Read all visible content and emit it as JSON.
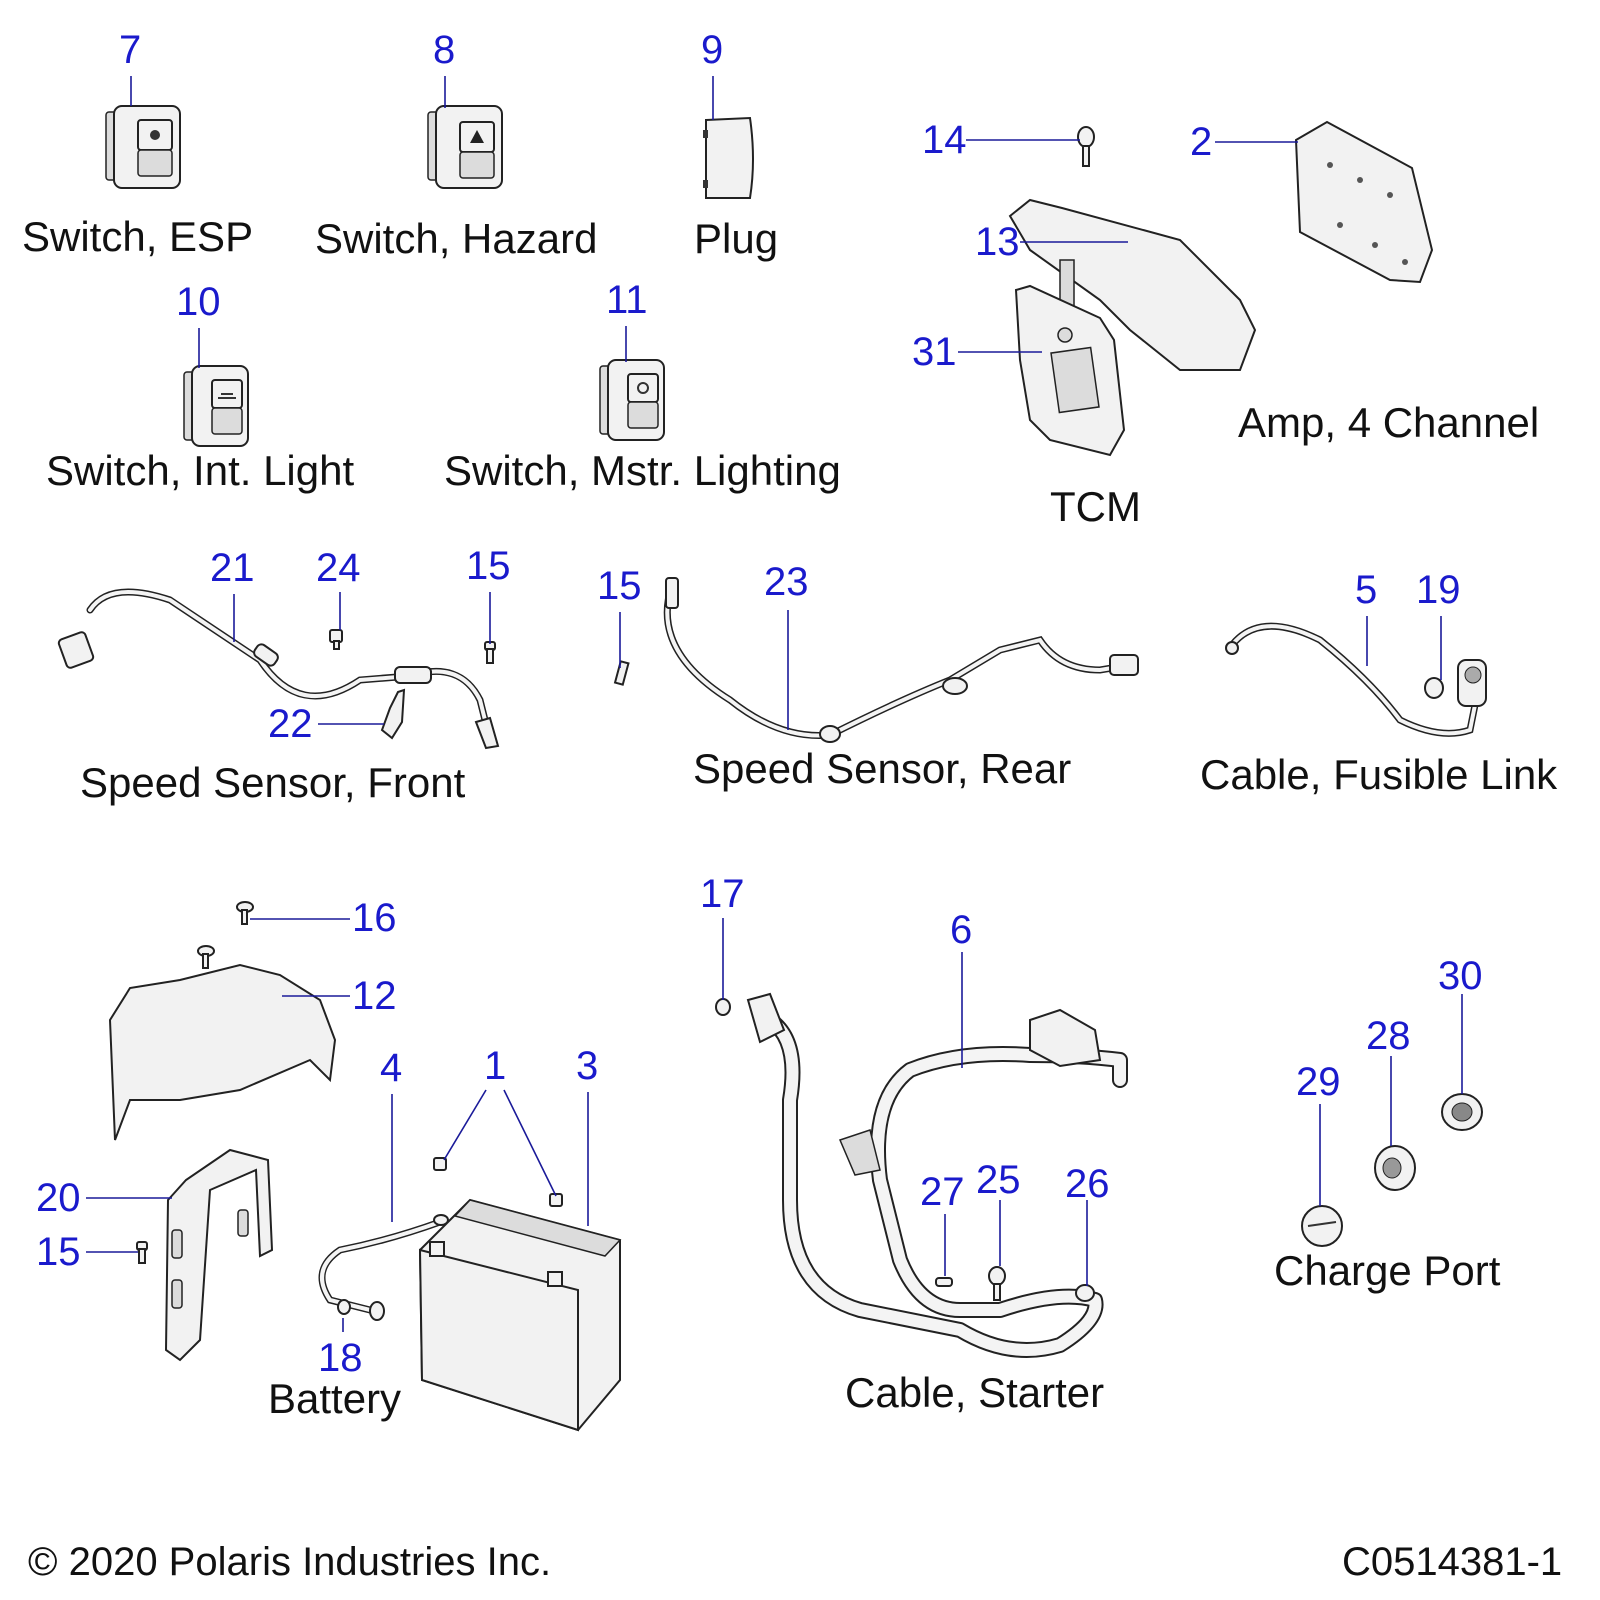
{
  "diagram": {
    "type": "exploded-parts-diagram",
    "colors": {
      "callout": "#1a1acc",
      "leader": "#1a1a99",
      "label": "#111111"
    },
    "groups": [
      {
        "id": "switch-esp",
        "label": "Switch, ESP",
        "callouts": [
          "7"
        ]
      },
      {
        "id": "switch-hazard",
        "label": "Switch, Hazard",
        "callouts": [
          "8"
        ]
      },
      {
        "id": "plug",
        "label": "Plug",
        "callouts": [
          "9"
        ]
      },
      {
        "id": "switch-int-light",
        "label": "Switch, Int. Light",
        "callouts": [
          "10"
        ]
      },
      {
        "id": "switch-mstr-lighting",
        "label": "Switch, Mstr. Lighting",
        "callouts": [
          "11"
        ]
      },
      {
        "id": "tcm",
        "label": "TCM",
        "callouts": [
          "14",
          "13",
          "31"
        ]
      },
      {
        "id": "amp-4-channel",
        "label": "Amp, 4 Channel",
        "callouts": [
          "2"
        ]
      },
      {
        "id": "speed-sensor-front",
        "label": "Speed Sensor, Front",
        "callouts": [
          "21",
          "24",
          "15",
          "22"
        ]
      },
      {
        "id": "speed-sensor-rear",
        "label": "Speed Sensor, Rear",
        "callouts": [
          "15",
          "23"
        ]
      },
      {
        "id": "cable-fusible-link",
        "label": "Cable, Fusible Link",
        "callouts": [
          "5",
          "19"
        ]
      },
      {
        "id": "battery",
        "label": "Battery",
        "callouts": [
          "16",
          "12",
          "4",
          "1",
          "3",
          "20",
          "15",
          "18"
        ]
      },
      {
        "id": "cable-starter",
        "label": "Cable, Starter",
        "callouts": [
          "17",
          "6",
          "27",
          "25",
          "26"
        ]
      },
      {
        "id": "charge-port",
        "label": "Charge Port",
        "callouts": [
          "30",
          "28",
          "29"
        ]
      }
    ],
    "callouts": {
      "c7": "7",
      "c8": "8",
      "c9": "9",
      "c10": "10",
      "c11": "11",
      "c14": "14",
      "c2": "2",
      "c13": "13",
      "c31": "31",
      "c21": "21",
      "c24": "24",
      "c15a": "15",
      "c22": "22",
      "c15b": "15",
      "c23": "23",
      "c5": "5",
      "c19": "19",
      "c16": "16",
      "c12": "12",
      "c4": "4",
      "c1": "1",
      "c3": "3",
      "c20": "20",
      "c15c": "15",
      "c18": "18",
      "c17": "17",
      "c6": "6",
      "c27": "27",
      "c25": "25",
      "c26": "26",
      "c30": "30",
      "c28": "28",
      "c29": "29"
    }
  },
  "footer": {
    "copyright": "© 2020 Polaris Industries Inc.",
    "figure_id": "C0514381-1"
  }
}
